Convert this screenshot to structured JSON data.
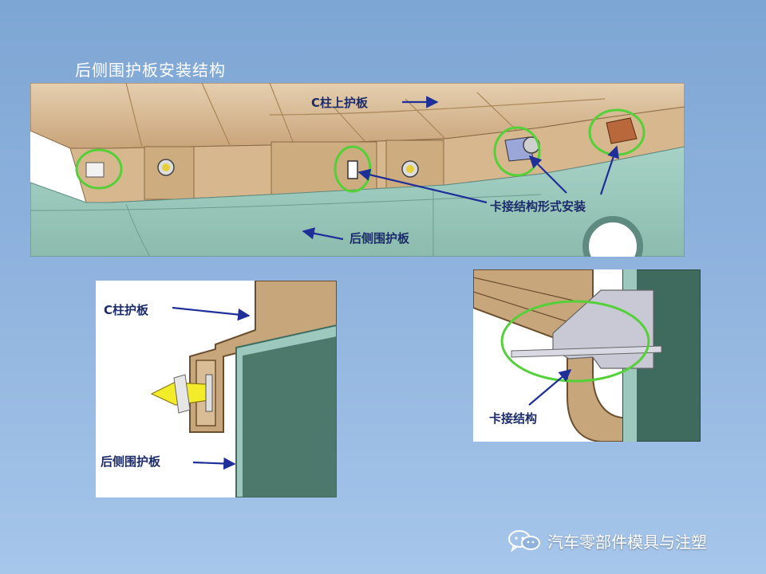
{
  "slide": {
    "title": "后侧围护板安装结构"
  },
  "top_view": {
    "label_c_pillar_upper": "C柱上护板",
    "label_clip_install": "卡接结构形式安装",
    "label_rear_side_panel": "后侧围护板"
  },
  "section_left": {
    "label_c_pillar": "C柱护板",
    "label_rear_side_panel": "后侧围护板"
  },
  "section_right": {
    "label_clip_structure": "卡接结构"
  },
  "watermark": {
    "icon": "wechat-icon",
    "text": "汽车零部件模具与注塑"
  },
  "colors": {
    "background": "#8fb3dd",
    "panel_tan": "#c9a97e",
    "panel_green": "#9cc8bd",
    "highlight_circle": "#54d039",
    "arrow": "#1f2f9a",
    "clip_yellow": "#f3ec2a"
  }
}
